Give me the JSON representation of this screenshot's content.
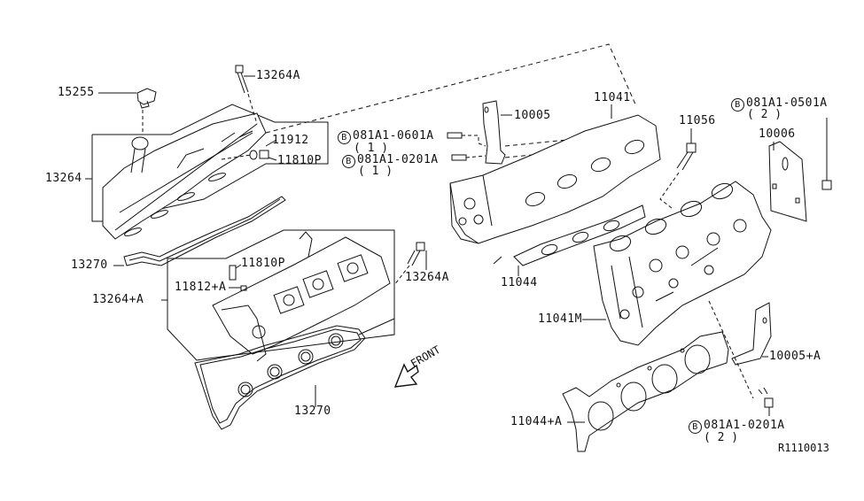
{
  "diagram": {
    "reference_code": "R1110013",
    "front_label": "FRONT",
    "bolt_marker": "B",
    "parts": {
      "oil_filler_cap": "15255",
      "cover_bolt_upper": "13264A",
      "rocker_cover_upper": "13264",
      "gasket_upper_seal": "11912",
      "pcv_valve_upper": "11810P",
      "gasket_upper": "13270",
      "pcv_valve_lower": "11810P",
      "gasket_lower_seal": "11812+A",
      "rocker_cover_lower": "13264+A",
      "cover_bolt_lower": "13264A",
      "gasket_lower": "13270",
      "bracket_upper": "10005",
      "cylinder_head_upper": "11041",
      "head_bolt": "11056",
      "bracket_right": "10006",
      "manifold_gasket": "11044",
      "cylinder_head_lower": "11041M",
      "bracket_lower": "10005+A",
      "head_gasket": "11044+A"
    },
    "bolts": [
      {
        "part": "081A1-0601A",
        "qty": "( 1 )"
      },
      {
        "part": "081A1-0201A",
        "qty": "( 1 )"
      },
      {
        "part": "081A1-0501A",
        "qty": "( 2 )"
      },
      {
        "part": "081A1-0201A",
        "qty": "( 2 )"
      }
    ]
  }
}
